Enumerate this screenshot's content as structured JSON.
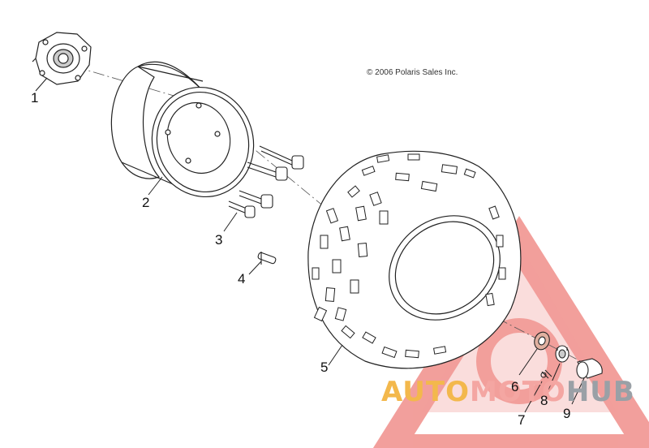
{
  "copyright": "© 2006 Polaris Sales Inc.",
  "callouts": [
    {
      "id": "1",
      "label": "1"
    },
    {
      "id": "2",
      "label": "2"
    },
    {
      "id": "3",
      "label": "3"
    },
    {
      "id": "4",
      "label": "4"
    },
    {
      "id": "5",
      "label": "5"
    },
    {
      "id": "6",
      "label": "6"
    },
    {
      "id": "7",
      "label": "7"
    },
    {
      "id": "8",
      "label": "8"
    },
    {
      "id": "9",
      "label": "9"
    }
  ],
  "watermark": {
    "part1": "AUTO",
    "part2": "MOTO",
    "part3": "HUB",
    "colors": {
      "triangle": "#e8514a",
      "auto": "#f3b84c",
      "moto": "#f4a6a2",
      "hub": "#9aa0a6"
    }
  }
}
